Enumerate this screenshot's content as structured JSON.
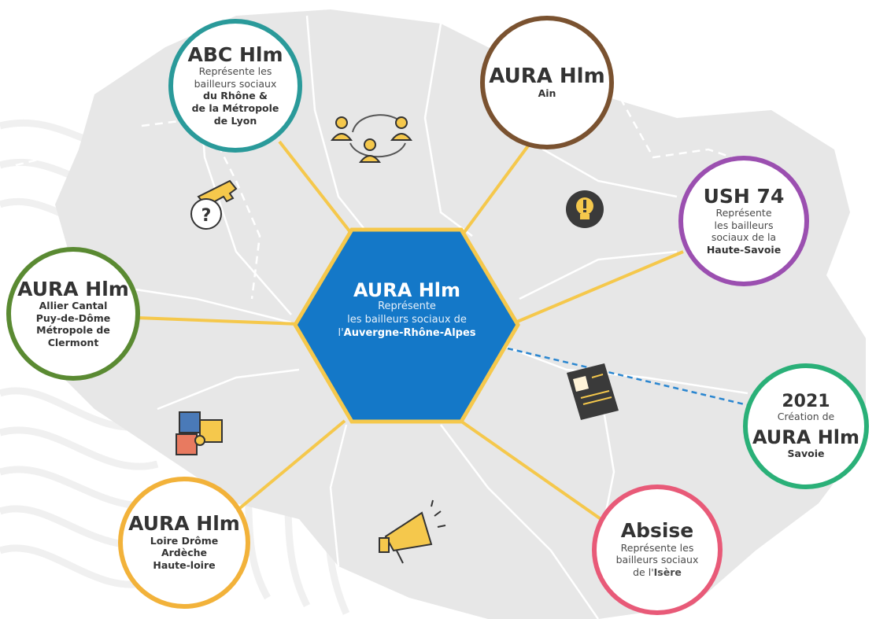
{
  "colors": {
    "connector": "#f5c84c",
    "hub_fill": "#1478c8",
    "hub_border": "#f5c84c",
    "dashed_link": "#2a86d0",
    "map_fill": "#e7e7e7",
    "map_line": "#ffffff",
    "abc": "#2a9a9a",
    "ain": "#7a5230",
    "ush": "#9b4fb0",
    "allier": "#5a8a32",
    "savoie": "#2ab078",
    "loire": "#f2b23a",
    "absise": "#e85a78"
  },
  "hub": {
    "title": "AURA Hlm",
    "line1": "Représente",
    "line2": "les bailleurs sociaux de",
    "line3_prefix": "l'",
    "line3_bold": "Auvergne-Rhône-Alpes"
  },
  "nodes": {
    "abc": {
      "title": "ABC Hlm",
      "line1": "Représente les",
      "line2": "bailleurs sociaux",
      "bold1": "du Rhône &",
      "bold2": "de la Métropole",
      "bold3": "de Lyon"
    },
    "ain": {
      "title": "AURA Hlm",
      "bold1": "Ain"
    },
    "ush": {
      "title": "USH 74",
      "line1": "Représente",
      "line2": "les bailleurs",
      "line3": "sociaux de la",
      "bold1": "Haute-Savoie"
    },
    "allier": {
      "title": "AURA Hlm",
      "bold1": "Allier Cantal",
      "bold2": "Puy-de-Dôme",
      "bold3": "Métropole de",
      "bold4": "Clermont"
    },
    "savoie": {
      "year": "2021",
      "line1": "Création de",
      "title": "AURA Hlm",
      "bold1": "Savoie"
    },
    "loire": {
      "title": "AURA Hlm",
      "bold1": "Loire Drôme",
      "bold2": "Ardèche",
      "bold3": "Haute-loire"
    },
    "absise": {
      "title": "Absise",
      "line1": "Représente les",
      "line2": "bailleurs sociaux",
      "line3_prefix": "de l'",
      "line3_bold": "Isère"
    }
  },
  "icons": [
    "people-network-icon",
    "key-question-icon",
    "lightbulb-icon",
    "document-icon",
    "puzzle-icon",
    "megaphone-icon"
  ]
}
